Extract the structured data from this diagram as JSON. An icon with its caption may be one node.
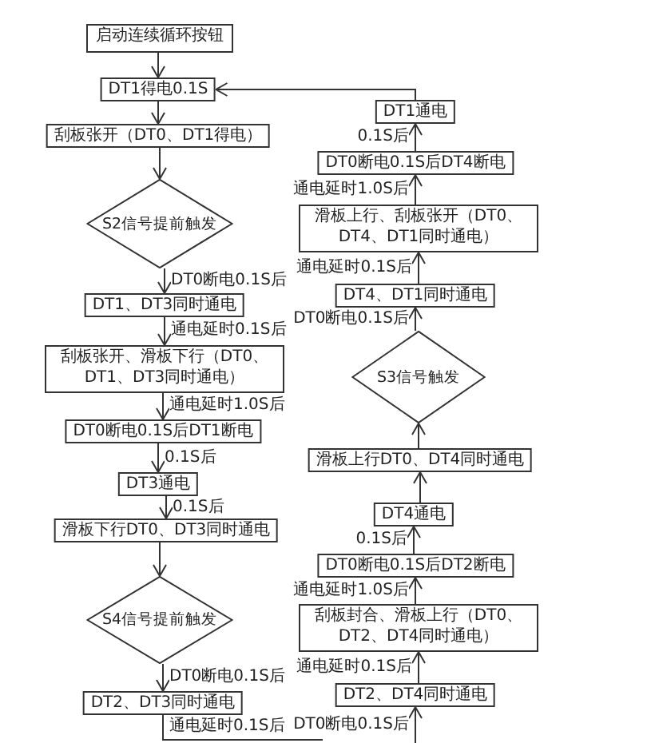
{
  "diagram": {
    "nodes": [
      {
        "text": [
          "启动连续循环按钮"
        ]
      },
      {
        "text": [
          "DT1得电0.1S"
        ]
      },
      {
        "text": [
          "刮板张开（DT0、DT1得电）"
        ]
      },
      {
        "text": [
          "S2信号提前触发"
        ]
      },
      {
        "text": [
          "DT1、DT3同时通电"
        ]
      },
      {
        "text": [
          "刮板张开、滑板下行（DT0、DT1、DT3同时通电）"
        ]
      },
      {
        "text": [
          "DT0断电0.1S后DT1断电"
        ]
      },
      {
        "text": [
          "DT3通电"
        ]
      },
      {
        "text": [
          "滑板下行DT0、DT3同时通电"
        ]
      },
      {
        "text": [
          "S4信号提前触发"
        ]
      },
      {
        "text": [
          "DT2、DT3同时通电"
        ]
      },
      {
        "text": [
          "DT1通电"
        ]
      },
      {
        "text": [
          "DT0断电0.1S后DT4断电"
        ]
      },
      {
        "text": [
          "滑板上行、刮板张开（DT0、DT4、DT1同时通电）"
        ]
      },
      {
        "text": [
          "DT4、DT1同时通电"
        ]
      },
      {
        "text": [
          "S3信号触发"
        ]
      },
      {
        "text": [
          "滑板上行DT0、DT4同时通电"
        ]
      },
      {
        "text": [
          "DT4通电"
        ]
      },
      {
        "text": [
          "DT0断电0.1S后DT2断电"
        ]
      },
      {
        "text": [
          "刮板封合、滑板上行（DT0、DT2、DT4同时通电）"
        ]
      },
      {
        "text": [
          "DT2、DT4同时通电"
        ]
      }
    ],
    "edges": [
      {
        "from": 0,
        "to": 1,
        "arrow": "to"
      },
      {
        "from": 1,
        "to": 2,
        "arrow": "to"
      },
      {
        "from": 2,
        "to": 3,
        "arrow": "to"
      },
      {
        "from": 3,
        "to": 4,
        "arrow": "to",
        "label": "DT0断电0.1S后"
      },
      {
        "from": 4,
        "to": 5,
        "arrow": "to",
        "label": "通电延时0.1S后"
      },
      {
        "from": 5,
        "to": 6,
        "arrow": "to",
        "label": "通电延时1.0S后"
      },
      {
        "from": 6,
        "to": 7,
        "arrow": "to",
        "label": "0.1S后"
      },
      {
        "from": 7,
        "to": 8,
        "arrow": "to",
        "label": "0.1S后"
      },
      {
        "from": 8,
        "to": 9,
        "arrow": "to"
      },
      {
        "from": 9,
        "to": 10,
        "arrow": "to",
        "label": "DT0断电0.1S后"
      },
      {
        "from": 10,
        "to": null,
        "arrow": "none",
        "label": "通电延时0.1S后"
      },
      {
        "from": null,
        "to": 20,
        "arrow": "to",
        "label": "DT0断电0.1S后"
      },
      {
        "from": 20,
        "to": 19,
        "arrow": "to",
        "label": "通电延时0.1S后"
      },
      {
        "from": 19,
        "to": 18,
        "arrow": "to",
        "label": "通电延时1.0S后"
      },
      {
        "from": 18,
        "to": 17,
        "arrow": "to",
        "label": "0.1S后"
      },
      {
        "from": 17,
        "to": 16,
        "arrow": "to"
      },
      {
        "from": 16,
        "to": 15,
        "arrow": "to"
      },
      {
        "from": 15,
        "to": 14,
        "arrow": "to",
        "label": "DT0断电0.1S后"
      },
      {
        "from": 14,
        "to": 13,
        "arrow": "to",
        "label": "通电延时0.1S后"
      },
      {
        "from": 13,
        "to": 12,
        "arrow": "to",
        "label": "通电延时1.0S后"
      },
      {
        "from": 12,
        "to": 11,
        "arrow": "to",
        "label": "0.1S后"
      },
      {
        "from": 11,
        "to": 1,
        "arrow": "to"
      }
    ]
  }
}
